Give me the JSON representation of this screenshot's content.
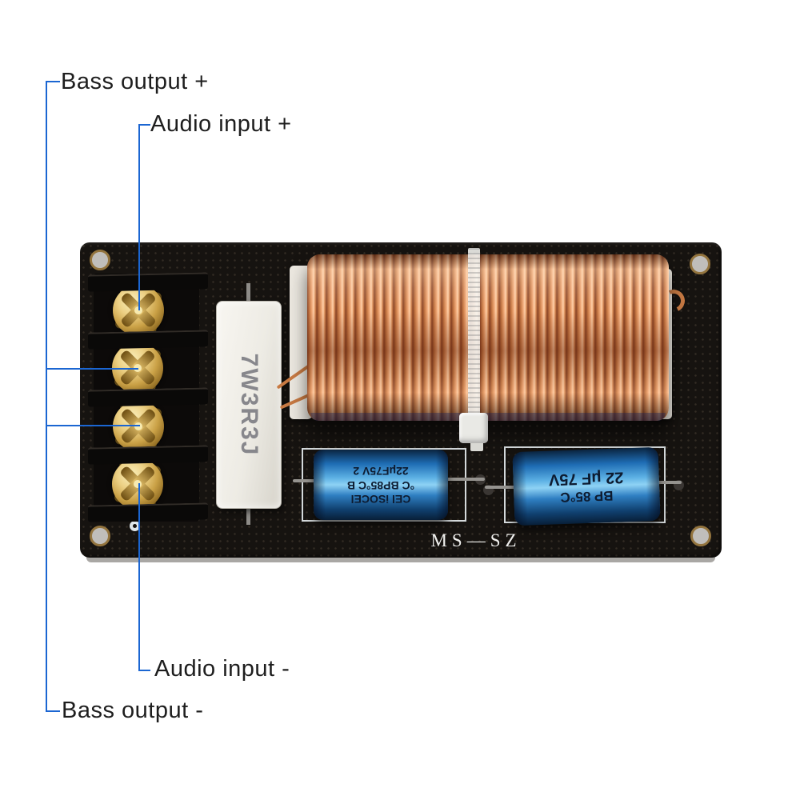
{
  "scene": {
    "type": "annotated product photo",
    "background": "#ffffff"
  },
  "annotations": {
    "line_color": "#1b66d2",
    "text_color": "#1e1e1e",
    "labels": {
      "bass_output_plus": "Bass output +",
      "audio_input_plus": "Audio input +",
      "audio_input_minus": "Audio input -",
      "bass_output_minus": "Bass output -"
    }
  },
  "board": {
    "model_marking": "MS—SZ",
    "resistor_marking": "7W3R3J",
    "capacitor_left": {
      "rows": [
        "22μF75V 2",
        "°C BP85°C B",
        "CEl iSOCEl"
      ]
    },
    "capacitor_right": {
      "rows": [
        "22 μF 75V",
        "BP 85°C"
      ]
    },
    "colors": {
      "pcb_black": "#161310",
      "copper": "#cd7f4c",
      "capacitor_blue": "#2f7fc2",
      "terminal_gold": "#d8b65e",
      "resistor_white": "#eceae3"
    }
  }
}
